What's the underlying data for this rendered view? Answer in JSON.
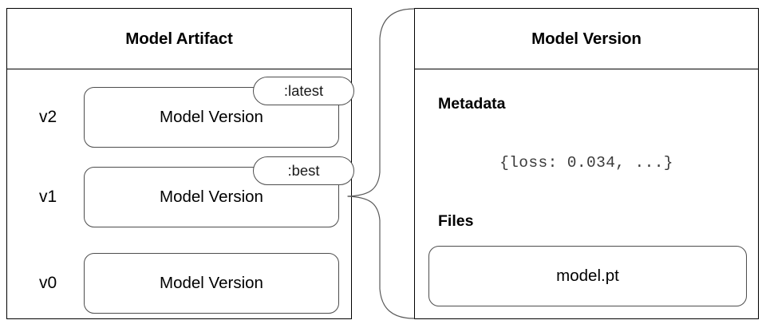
{
  "diagram": {
    "title_left": "Model Artifact",
    "title_right": "Model Version",
    "connector": "curly-brace"
  },
  "artifact_panel": {
    "header": "Model Artifact",
    "versions": [
      {
        "label": "v2",
        "box_text": "Model Version",
        "alias": ":latest"
      },
      {
        "label": "v1",
        "box_text": "Model Version",
        "alias": ":best"
      },
      {
        "label": "v0",
        "box_text": "Model Version",
        "alias": null
      }
    ]
  },
  "version_panel": {
    "header": "Model Version",
    "metadata": {
      "heading": "Metadata",
      "value": "{loss: 0.034, ...}"
    },
    "files": {
      "heading": "Files",
      "items": [
        {
          "name": "model.pt"
        }
      ]
    }
  },
  "colors": {
    "outer_border": "#000000",
    "inner_border": "#4d4d4d",
    "connector_stroke": "#595959",
    "background": "#ffffff",
    "text": "#000000",
    "mono_text": "#3a3a3a"
  }
}
